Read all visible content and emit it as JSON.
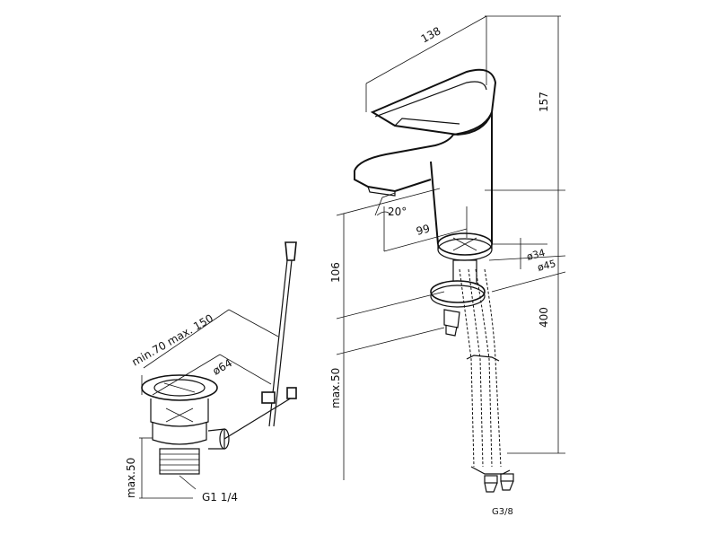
{
  "dimensions": {
    "width": "138",
    "height_total": "157",
    "angle": "20°",
    "reach": "99",
    "spout_height": "106",
    "hose_length": "400",
    "thread_max": "max.50",
    "base_dia_34": "ø34",
    "base_dia_45": "ø45",
    "hose_thread": "G3/8",
    "waste_reach": "min.70 max. 150",
    "waste_dia": "ø64",
    "waste_max": "max.50",
    "waste_thread": "G1 1/4"
  }
}
